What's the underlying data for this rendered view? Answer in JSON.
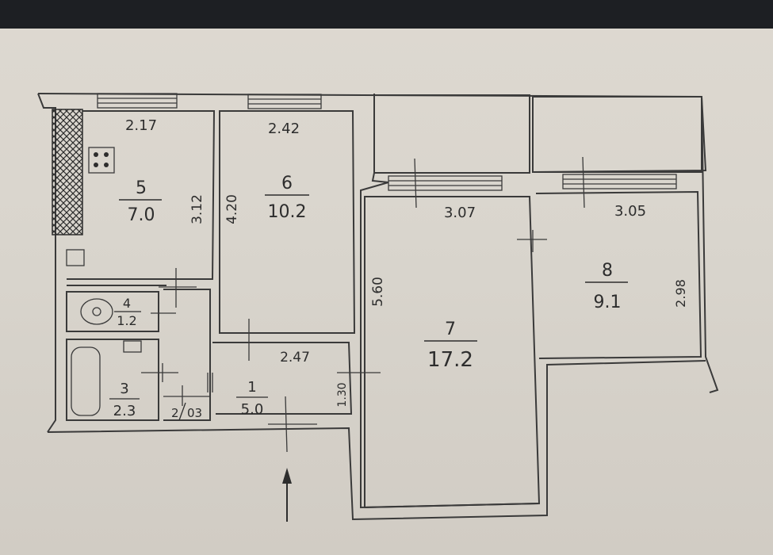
{
  "rooms": [
    {
      "number": "5",
      "area": "7.0"
    },
    {
      "number": "6",
      "area": "10.2"
    },
    {
      "number": "7",
      "area": "17.2"
    },
    {
      "number": "8",
      "area": "9.1"
    },
    {
      "number": "4",
      "area": "1.2"
    },
    {
      "number": "3",
      "area": "2.3"
    },
    {
      "number": "1",
      "area": "5.0"
    },
    {
      "number": "2",
      "area": "03"
    }
  ],
  "dimensions": {
    "d_2_17": "2.17",
    "d_2_42": "2.42",
    "d_3_12": "3.12",
    "d_4_20": "4.20",
    "d_3_07": "3.07",
    "d_3_05": "3.05",
    "d_5_60": "5.60",
    "d_2_98": "2.98",
    "d_2_47": "2.47",
    "d_1_30": "1.30"
  }
}
